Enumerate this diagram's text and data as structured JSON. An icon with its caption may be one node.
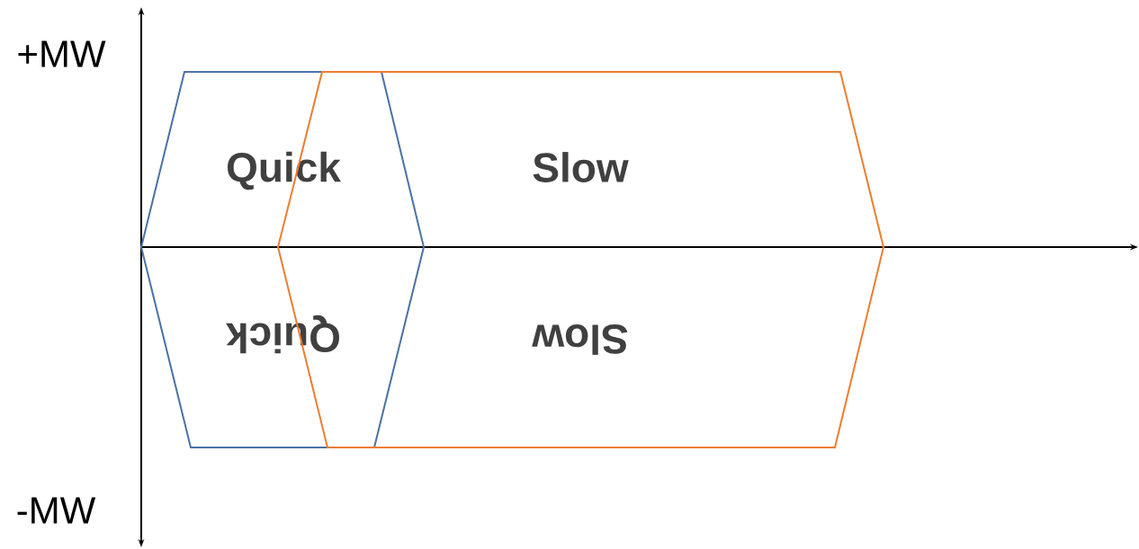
{
  "diagram": {
    "nodes": [
      {
        "text": [
          "Quick",
          "Quick"
        ]
      },
      {
        "text": [
          "Slow",
          "Slow"
        ]
      }
    ],
    "labels": [
      "+MW",
      "-MW"
    ]
  }
}
